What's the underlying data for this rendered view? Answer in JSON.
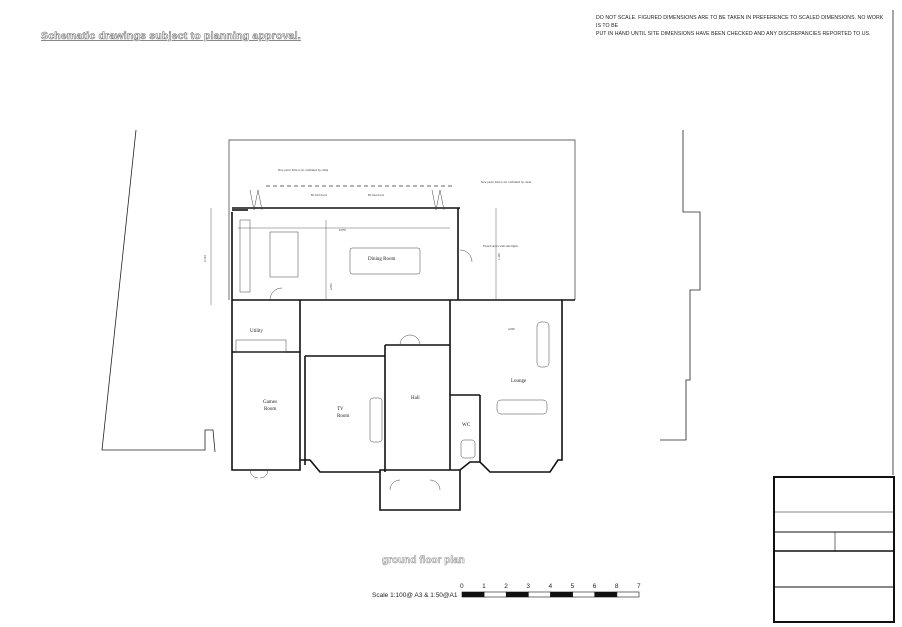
{
  "header": {
    "disclaimer": "Schematic drawings subject to planning approval.",
    "note_line1": "DO NOT SCALE. FIGURED DIMENSIONS ARE TO BE TAKEN IN PREFERENCE TO SCALED DIMENSIONS. NO WORK IS TO BE",
    "note_line2": "PUT IN HAND UNTIL SITE DIMENSIONS HAVE BEEN CHECKED AND ANY DISCREPANCIES REPORTED TO US."
  },
  "plan": {
    "title": "ground floor plan",
    "rooms": {
      "dining": "Dining Room",
      "utility": "Utility",
      "games_1": "Games",
      "games_2": "Room",
      "tv_1": "TV",
      "tv_2": "Room",
      "hall": "Hall",
      "lounge": "Lounge",
      "wc": "WC"
    },
    "annotations": {
      "patio_left": "New patio: Kiln to be confirmed by client",
      "patio_right": "New patio: Kiln to be confirmed by client",
      "bifold_1": "Bi-fold doors",
      "bifold_2": "Bi-fold doors",
      "french_doors": "French doors with side lights",
      "dim_width": "6.878",
      "dim_left": "4.194",
      "dim_mid": "4.902",
      "dim_right": "1.360",
      "dim_lounge": "4.000"
    }
  },
  "scale": {
    "label": "Scale 1:100@ A3 & 1:50@A1",
    "ticks": [
      "0",
      "1",
      "2",
      "3",
      "4",
      "5",
      "6",
      "8",
      "7"
    ]
  }
}
